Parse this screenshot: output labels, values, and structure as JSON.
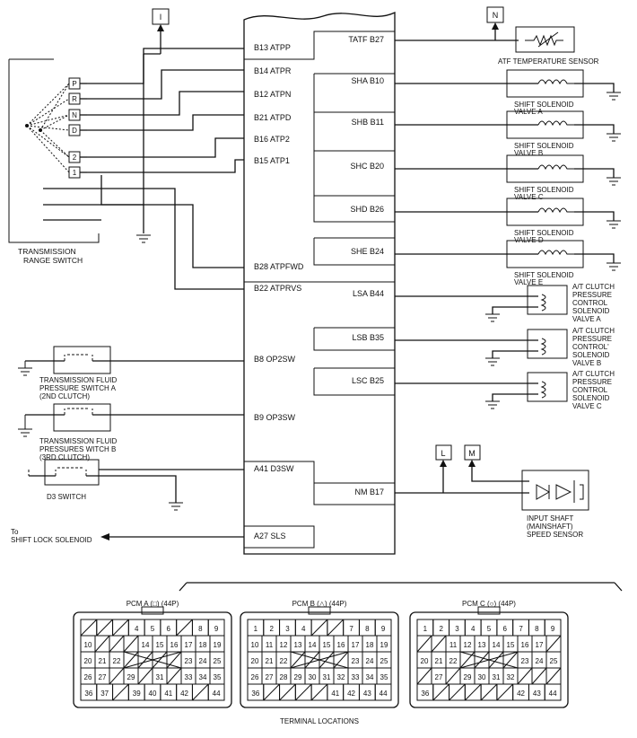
{
  "connectors": {
    "I": "I",
    "N": "N",
    "L": "L",
    "M": "M"
  },
  "pcm_left_pins": [
    "B13 ATPP",
    "B14 ATPR",
    "B12 ATPN",
    "B21 ATPD",
    "B16 ATP2",
    "B15 ATP1",
    "B28 ATPFWD",
    "B22 ATPRVS",
    "B8 OP2SW",
    "B9 OP3SW",
    "A41 D3SW",
    "A27 SLS"
  ],
  "pcm_right_pins": [
    "TATF B27",
    "SHA B10",
    "SHB B11",
    "SHC B20",
    "SHD B26",
    "SHE B24",
    "LSA B44",
    "LSB B35",
    "LSC B25",
    "NM B17"
  ],
  "range_switch": {
    "positions": [
      "P",
      "R",
      "N",
      "D",
      "2",
      "1"
    ],
    "label_line1": "TRANSMISSION",
    "label_line2": "RANGE SWITCH"
  },
  "components": {
    "atf_sensor": "ATF TEMPERATURE SENSOR",
    "ssa": [
      "SHIFT SOLENOID",
      "VALVE A"
    ],
    "ssb": [
      "SHIFT SOLENOID",
      "VALVE B"
    ],
    "ssc": [
      "SHIFT SOLENOID",
      "VALVE C"
    ],
    "ssd": [
      "SHIFT SOLENOID",
      "VALVE D"
    ],
    "sse": [
      "SHIFT SOLENOID",
      "VALVE E"
    ],
    "clutch_a": [
      "A/T CLUTCH",
      "PRESSURE",
      "CONTROL",
      "SOLENOID",
      "VALVE A"
    ],
    "clutch_b": [
      "A/T CLUTCH",
      "PRESSURE",
      "CONTROL'",
      "SOLENOID",
      "VALVE B"
    ],
    "clutch_c": [
      "A/T CLUTCH",
      "PRESSURE",
      "CONTROL",
      "SOLENOID",
      "VALVE C"
    ],
    "fluid_a": [
      "TRANSMISSION FLUID",
      "PRESSURE SWITCH A",
      "(2ND CLUTCH)"
    ],
    "fluid_b": [
      "TRANSMISSION FLUID",
      "PRESSURES WITCH B",
      "(3RD CLUTCH)"
    ],
    "d3": "D3 SWITCH",
    "speed_sensor": [
      "INPUT SHAFT",
      "(MAINSHAFT)",
      "SPEED SENSOR"
    ],
    "shift_lock": [
      "To",
      "SHIFT LOCK SOLENOID"
    ]
  },
  "terminals": {
    "title": "TERMINAL LOCATIONS",
    "pcm_a": "PCM A (□) (44P)",
    "pcm_b": "PCM B (△) (44P)",
    "pcm_c": "PCM C (○) (44P)",
    "a_rows": [
      [
        "",
        "",
        "",
        "4",
        "5",
        "6",
        "",
        "8",
        "9"
      ],
      [
        "10",
        "",
        "",
        "",
        "14",
        "15",
        "16",
        "17",
        "18",
        "19"
      ],
      [
        "20",
        "21",
        "22",
        "",
        "",
        "",
        "",
        "23",
        "24",
        "25"
      ],
      [
        "26",
        "27",
        "",
        "29",
        "",
        "31",
        "",
        "33",
        "34",
        "35"
      ],
      [
        "36",
        "37",
        "",
        "39",
        "40",
        "41",
        "42",
        "",
        "44"
      ]
    ],
    "b_rows": [
      [
        "1",
        "2",
        "3",
        "4",
        "",
        "",
        "7",
        "8",
        "9"
      ],
      [
        "10",
        "11",
        "12",
        "13",
        "14",
        "15",
        "16",
        "17",
        "18",
        "19"
      ],
      [
        "20",
        "21",
        "22",
        "",
        "",
        "",
        "",
        "23",
        "24",
        "25"
      ],
      [
        "26",
        "27",
        "28",
        "29",
        "30",
        "31",
        "32",
        "33",
        "34",
        "35"
      ],
      [
        "36",
        "",
        "",
        "",
        "",
        "41",
        "42",
        "43",
        "44"
      ]
    ],
    "c_rows": [
      [
        "1",
        "2",
        "3",
        "4",
        "5",
        "6",
        "7",
        "8",
        "9"
      ],
      [
        "",
        "",
        "11",
        "12",
        "13",
        "14",
        "15",
        "16",
        "17",
        ""
      ],
      [
        "20",
        "21",
        "22",
        "",
        "",
        "",
        "",
        "23",
        "24",
        "25"
      ],
      [
        "",
        "27",
        "",
        "29",
        "30",
        "31",
        "32",
        "",
        "",
        ""
      ],
      [
        "36",
        "",
        "",
        "",
        "",
        "",
        "42",
        "43",
        "44"
      ]
    ]
  }
}
